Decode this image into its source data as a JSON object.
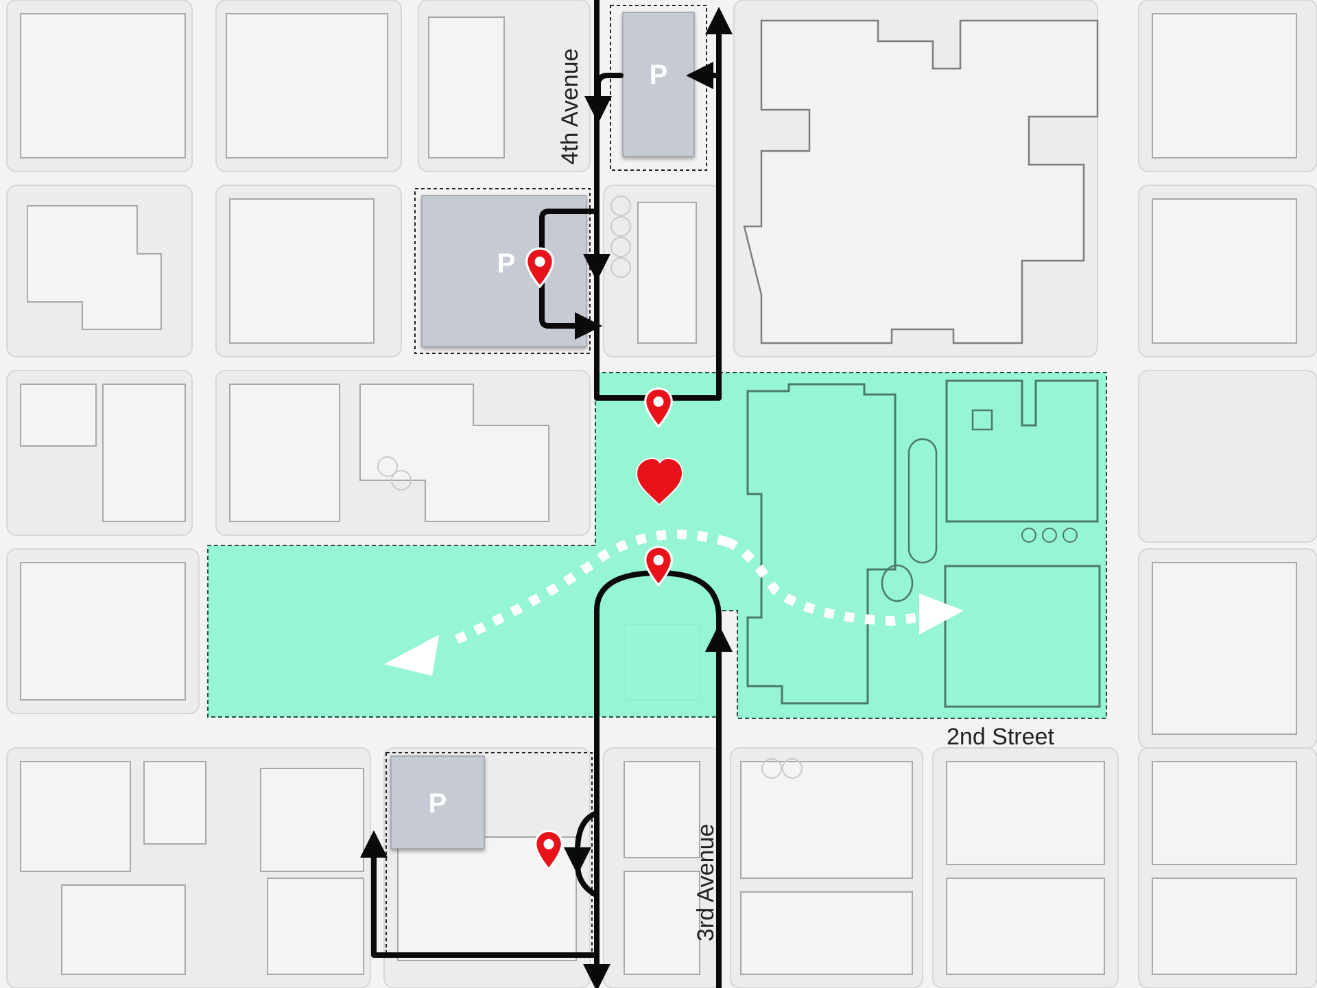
{
  "map": {
    "streets": {
      "fourth_avenue": "4th Avenue",
      "third_avenue": "3rd Avenue",
      "second_street": "2nd Street"
    },
    "parking_label": "P",
    "colors": {
      "plaza": "#8ef5cf",
      "parking": "#c5cad3",
      "route": "#0a0a0a",
      "marker": "#e8121a",
      "walk_arrow": "#ffffff"
    },
    "icons": {
      "parking": "parking-icon",
      "marker": "location-pin-icon",
      "heart": "heart-icon",
      "walk": "dashed-walk-arrow-icon"
    },
    "location_markers": 5,
    "parking_areas": 3
  }
}
